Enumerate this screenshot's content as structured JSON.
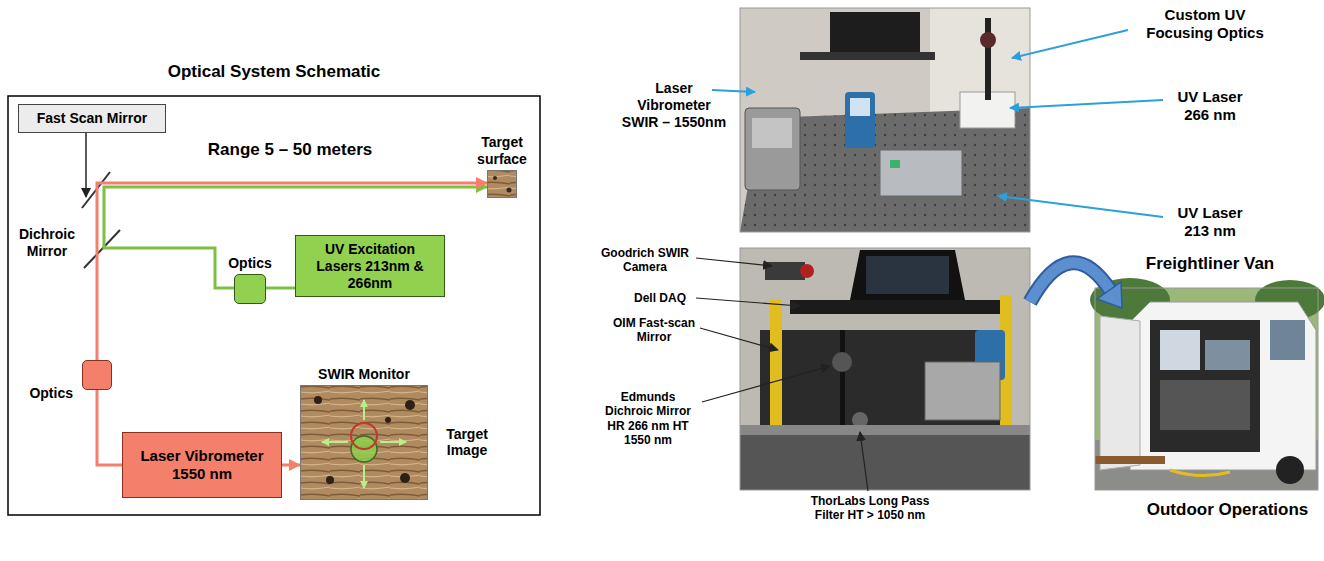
{
  "diagram": {
    "title": "Optical System Schematic",
    "nodes": [
      {
        "text": [
          "Fast Scan Mirror"
        ]
      },
      {
        "text": [
          "Target surface"
        ]
      },
      {
        "text": [
          "Optics"
        ]
      },
      {
        "text": [
          "UV Excitation Lasers 213nm & 266nm"
        ]
      },
      {
        "text": [
          "Optics"
        ]
      },
      {
        "text": [
          "SWIR Monitor",
          "Target Image"
        ]
      },
      {
        "text": [
          "Laser Vibrometer 1550 nm"
        ]
      }
    ],
    "edges": [
      {
        "from": 3,
        "to": 2,
        "arrow": "none"
      },
      {
        "from": 2,
        "to": 1,
        "arrow": "to"
      },
      {
        "from": 6,
        "to": 4,
        "arrow": "none"
      },
      {
        "from": 4,
        "to": 1,
        "arrow": "to"
      },
      {
        "from": 6,
        "to": 5,
        "arrow": "to"
      }
    ],
    "labels": [
      "Dichroic Mirror",
      "Range 5 – 50 meters",
      "Custom UV Focusing Optics",
      "Laser Vibrometer SWIR – 1550nm",
      "UV Laser 266 nm",
      "UV Laser 213 nm",
      "Goodrich SWIR Camera",
      "Dell DAQ",
      "OIM Fast-scan Mirror",
      "Edmunds Dichroic Mirror HR 266 nm HT 1550 nm",
      "ThorLabs Long Pass Filter HT > 1050 nm",
      "Freightliner Van",
      "Outdoor Operations"
    ]
  }
}
